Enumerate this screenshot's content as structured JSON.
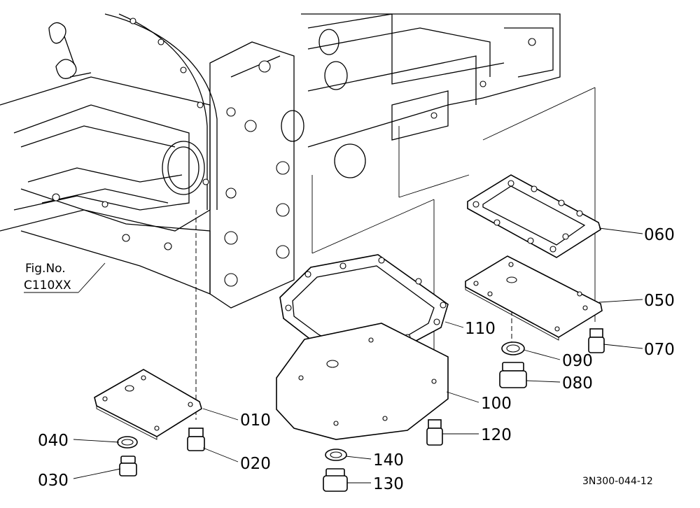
{
  "figure_ref": {
    "line1": "Fig.No.",
    "line2": "C110XX"
  },
  "drawing_code": "3N300-044-12",
  "parts": [
    {
      "id": "010",
      "label": "010"
    },
    {
      "id": "020",
      "label": "020"
    },
    {
      "id": "030",
      "label": "030"
    },
    {
      "id": "040",
      "label": "040"
    },
    {
      "id": "050",
      "label": "050"
    },
    {
      "id": "060",
      "label": "060"
    },
    {
      "id": "070",
      "label": "070"
    },
    {
      "id": "080",
      "label": "080"
    },
    {
      "id": "090",
      "label": "090"
    },
    {
      "id": "100",
      "label": "100"
    },
    {
      "id": "110",
      "label": "110"
    },
    {
      "id": "120",
      "label": "120"
    },
    {
      "id": "130",
      "label": "130"
    },
    {
      "id": "140",
      "label": "140"
    }
  ]
}
